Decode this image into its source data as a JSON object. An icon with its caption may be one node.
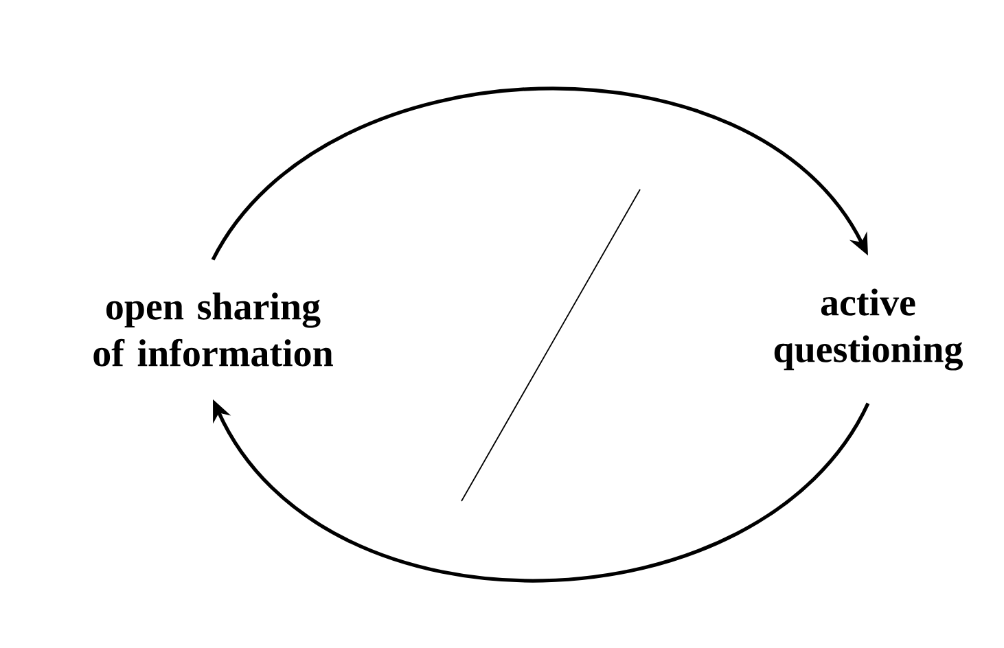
{
  "diagram": {
    "nodes": [
      {
        "text": [
          "open sharing of information"
        ]
      },
      {
        "text": [
          "active questioning"
        ]
      }
    ],
    "edges": [
      {
        "from": 0,
        "to": 1,
        "arrow": "to"
      },
      {
        "from": 1,
        "to": 0,
        "arrow": "to"
      }
    ]
  }
}
